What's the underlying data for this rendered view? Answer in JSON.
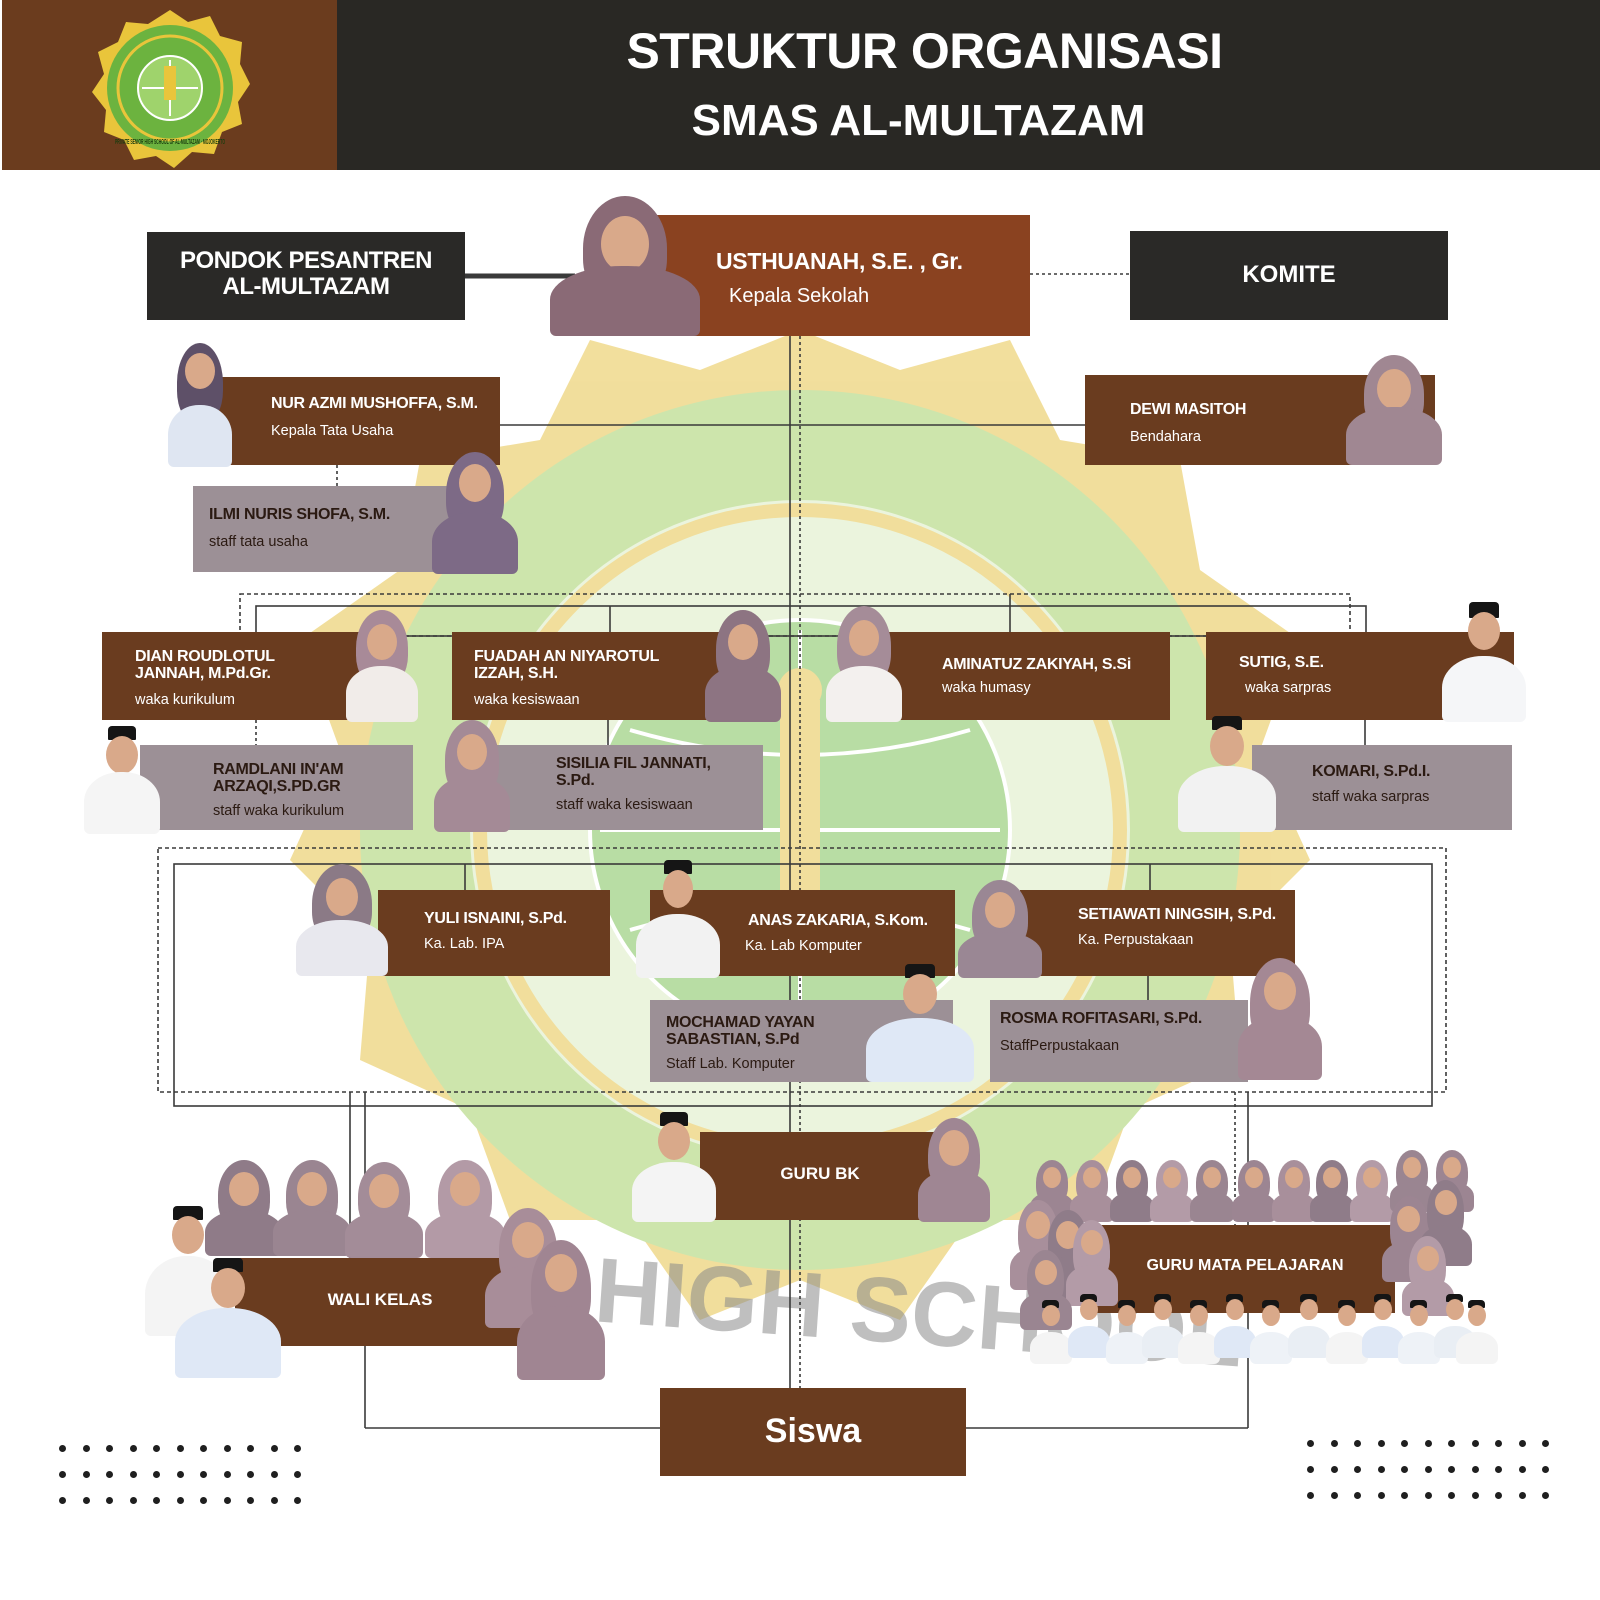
{
  "header": {
    "title": "STRUKTUR ORGANISASI",
    "subtitle": "SMAS AL-MULTAZAM",
    "logo_text": "PRIVATE SENIOR HIGH SCHOOL OF AL-MULTAZAM · MOJOKERTO"
  },
  "background": {
    "watermark_text": "HIGH SCHOOL"
  },
  "top": {
    "pondok": "PONDOK PESANTREN\nAL-MULTAZAM",
    "head_name": "USTHUANAH, S.E. , Gr.",
    "head_role": "Kepala Sekolah",
    "komite": "KOMITE"
  },
  "admin": {
    "tu_name": "NUR AZMI MUSHOFFA, S.M.",
    "tu_role": "Kepala Tata Usaha",
    "bend_name": "DEWI MASITOH",
    "bend_role": "Bendahara",
    "stu_name": "ILMI NURIS SHOFA, S.M.",
    "stu_role": "staff tata usaha"
  },
  "waka": {
    "kur_name": "DIAN ROUDLOTUL\nJANNAH, M.Pd.Gr.",
    "kur_role": "waka kurikulum",
    "kes_name": "FUADAH AN  NIYAROTUL\nIZZAH, S.H.",
    "kes_role": "waka kesiswaan",
    "hum_name": "AMINATUZ ZAKIYAH, S.Si",
    "hum_role": "waka humasy",
    "sar_name": "SUTIG, S.E.",
    "sar_role": "waka sarpras",
    "skur_name": "RAMDLANI IN'AM\nARZAQI,S.PD.GR",
    "skur_role": "staff waka kurikulum",
    "skes_name": "SISILIA FIL JANNATI,\nS.Pd.",
    "skes_role": "staff waka kesiswaan",
    "ssar_name": "KOMARI, S.Pd.I.",
    "ssar_role": "staff waka sarpras"
  },
  "labs": {
    "ipa_name": "YULI ISNAINI, S.Pd.",
    "ipa_role": "Ka. Lab. IPA",
    "kom_name": "ANAS ZAKARIA, S.Kom.",
    "kom_role": "Ka.  Lab Komputer",
    "pus_name": "SETIAWATI NINGSIH, S.Pd.",
    "pus_role": "Ka. Perpustakaan",
    "skom_name": "MOCHAMAD YAYAN\nSABASTIAN, S.Pd",
    "skom_role": "Staff Lab. Komputer",
    "spus_name": "ROSMA ROFITASARI, S.Pd.",
    "spus_role": "StaffPerpustakaan"
  },
  "bottom": {
    "bk": "GURU BK",
    "wali": "WALI KELAS",
    "mapel": "GURU MATA PELAJARAN",
    "siswa": "Siswa"
  },
  "colors": {
    "brown": "#6a3c1f",
    "rust": "#8a4220",
    "dark": "#2a2927",
    "grey_box": "#9c9096",
    "emblem_green": "#8cc43f",
    "emblem_gold": "#e8c23a"
  }
}
